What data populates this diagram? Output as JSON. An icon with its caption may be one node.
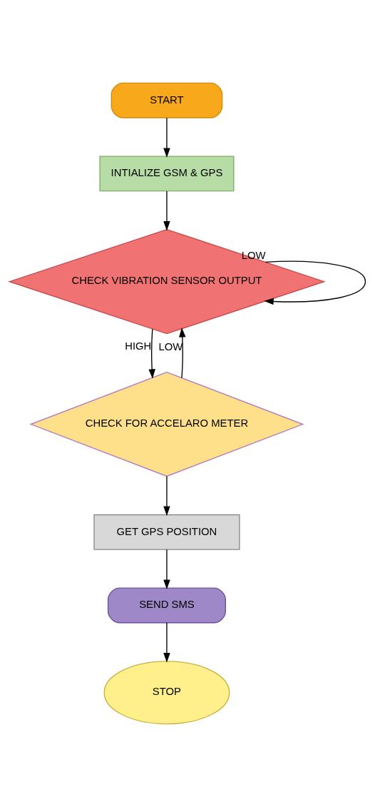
{
  "diagram": {
    "nodes": [
      {
        "text": [
          "START"
        ]
      },
      {
        "text": [
          "INTIALIZE GSM & GPS"
        ]
      },
      {
        "text": [
          "CHECK VIBRATION SENSOR OUTPUT"
        ]
      },
      {
        "text": [
          "CHECK FOR ACCELARO METER"
        ]
      },
      {
        "text": [
          "GET GPS POSITION"
        ]
      },
      {
        "text": [
          "SEND SMS"
        ]
      },
      {
        "text": [
          "STOP"
        ]
      }
    ],
    "edges": [
      {
        "from": 0,
        "to": 1,
        "arrow": "to"
      },
      {
        "from": 1,
        "to": 2,
        "arrow": "to"
      },
      {
        "from": 2,
        "to": 2,
        "arrow": "to",
        "label": "LOW"
      },
      {
        "from": 2,
        "to": 3,
        "arrow": "to",
        "label": "HIGH"
      },
      {
        "from": 3,
        "to": 2,
        "arrow": "to",
        "label": "LOW"
      },
      {
        "from": 3,
        "to": 4,
        "arrow": "to"
      },
      {
        "from": 4,
        "to": 5,
        "arrow": "to"
      },
      {
        "from": 5,
        "to": 6,
        "arrow": "to"
      }
    ]
  }
}
